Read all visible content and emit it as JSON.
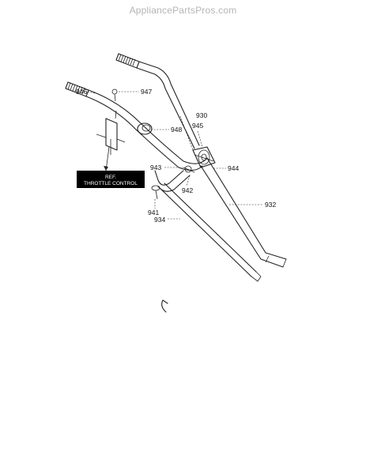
{
  "watermark": "AppliancePartsPros.com",
  "reference_box": {
    "line1": "REF.",
    "line2": "THROTTLE CONTROL"
  },
  "callouts": [
    {
      "id": "946",
      "text": "946"
    },
    {
      "id": "947",
      "text": "947"
    },
    {
      "id": "930",
      "text": "930"
    },
    {
      "id": "945",
      "text": "945"
    },
    {
      "id": "948",
      "text": "948"
    },
    {
      "id": "943",
      "text": "943"
    },
    {
      "id": "944",
      "text": "944"
    },
    {
      "id": "942",
      "text": "942"
    },
    {
      "id": "932",
      "text": "932"
    },
    {
      "id": "941",
      "text": "941"
    },
    {
      "id": "934",
      "text": "934"
    }
  ],
  "colors": {
    "line": "#222222",
    "watermark": "#b5b5b5",
    "ref_box": "#000000"
  }
}
